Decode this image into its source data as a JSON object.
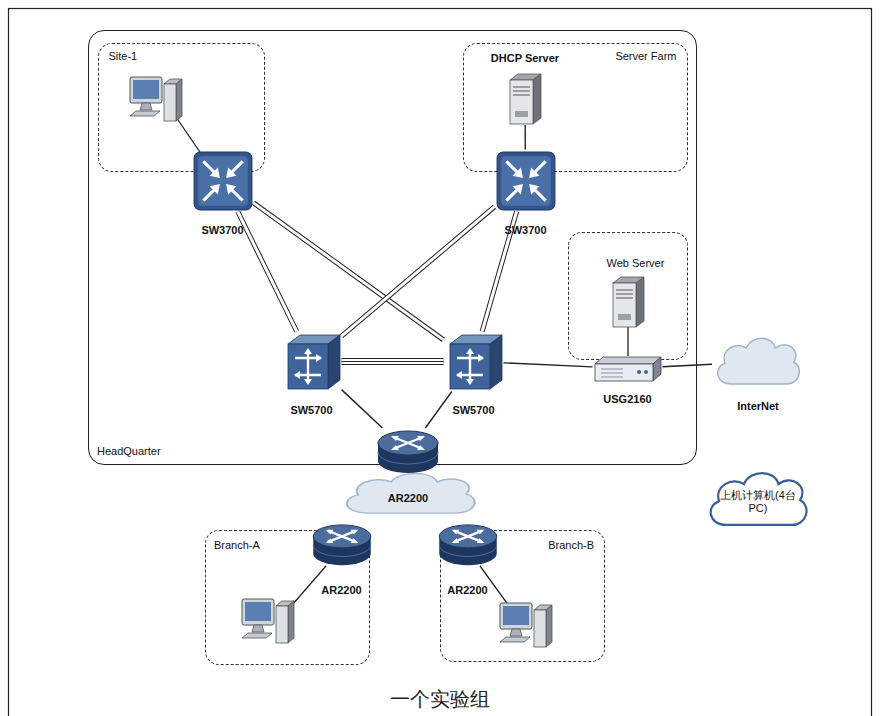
{
  "diagram": {
    "caption": "一个实验组",
    "nodes": [
      {
        "text": [
          "HeadQuarter"
        ]
      },
      {
        "text": [
          "Site-1"
        ],
        "in": 0
      },
      {
        "text": [
          "Server Farm"
        ],
        "in": 0
      },
      {
        "text": [
          "DHCP Server"
        ],
        "in": 2
      },
      {
        "text": [
          "SW3700"
        ],
        "in": 0
      },
      {
        "text": [
          "SW3700"
        ],
        "in": 0
      },
      {
        "text": [
          "Web Server"
        ],
        "in": 0
      },
      {
        "text": [
          "SW5700"
        ],
        "in": 0
      },
      {
        "text": [
          "SW5700"
        ],
        "in": 0
      },
      {
        "text": [
          "USG2160"
        ],
        "in": 0
      },
      {
        "text": [
          "InterNet"
        ]
      },
      {
        "text": [
          "AR2200"
        ]
      },
      {
        "text": [
          "Branch-A"
        ]
      },
      {
        "text": [
          "AR2200"
        ],
        "in": 12
      },
      {
        "text": [
          "Branch-B"
        ]
      },
      {
        "text": [
          "AR2200"
        ],
        "in": 14
      },
      {
        "text": [
          "上机计算机(4台PC)"
        ]
      }
    ],
    "edges": [
      {
        "from": 4,
        "to": 7,
        "arrow": "none"
      },
      {
        "from": 4,
        "to": 8,
        "arrow": "none"
      },
      {
        "from": 5,
        "to": 7,
        "arrow": "none"
      },
      {
        "from": 5,
        "to": 8,
        "arrow": "none"
      },
      {
        "from": 7,
        "to": 8,
        "arrow": "none"
      },
      {
        "from": 8,
        "to": 9,
        "arrow": "none"
      },
      {
        "from": 9,
        "to": 10,
        "arrow": "none"
      },
      {
        "from": 7,
        "to": 11,
        "arrow": "none"
      },
      {
        "from": 8,
        "to": 11,
        "arrow": "none"
      },
      {
        "from": 3,
        "to": 5,
        "arrow": "none"
      }
    ]
  }
}
